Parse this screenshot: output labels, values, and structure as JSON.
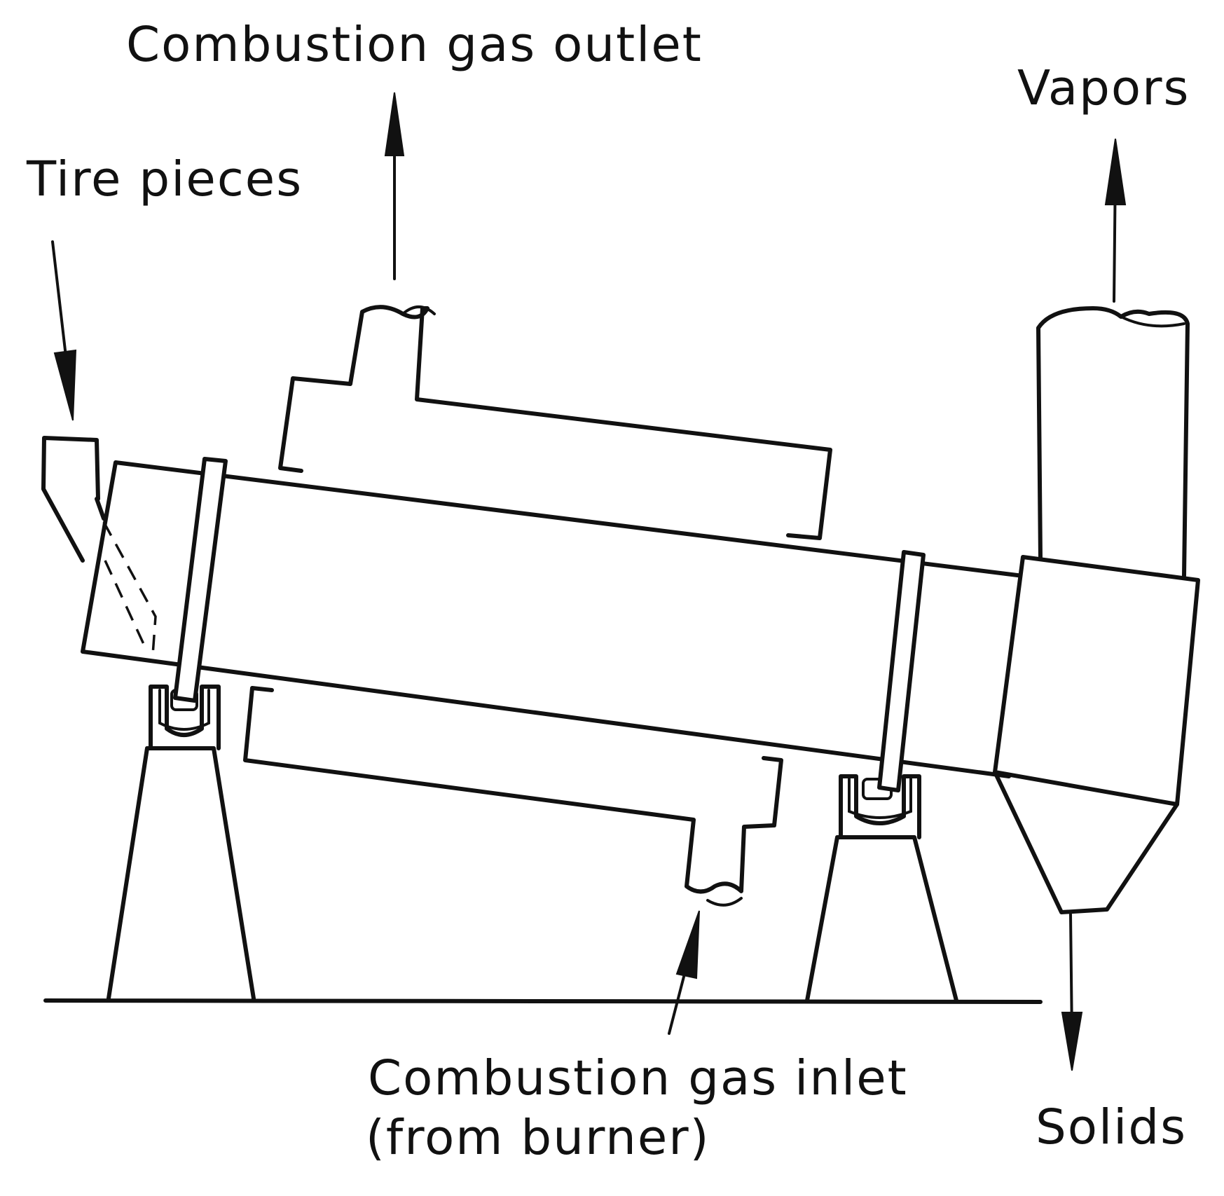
{
  "labels": {
    "combustion_gas_outlet": "Combustion gas outlet",
    "tire_pieces": "Tire pieces",
    "vapors": "Vapors",
    "combustion_gas_inlet_line1": "Combustion gas inlet",
    "combustion_gas_inlet_line2": "(from burner)",
    "solids": "Solids"
  },
  "colors": {
    "line": "#111111",
    "background": "#ffffff"
  }
}
